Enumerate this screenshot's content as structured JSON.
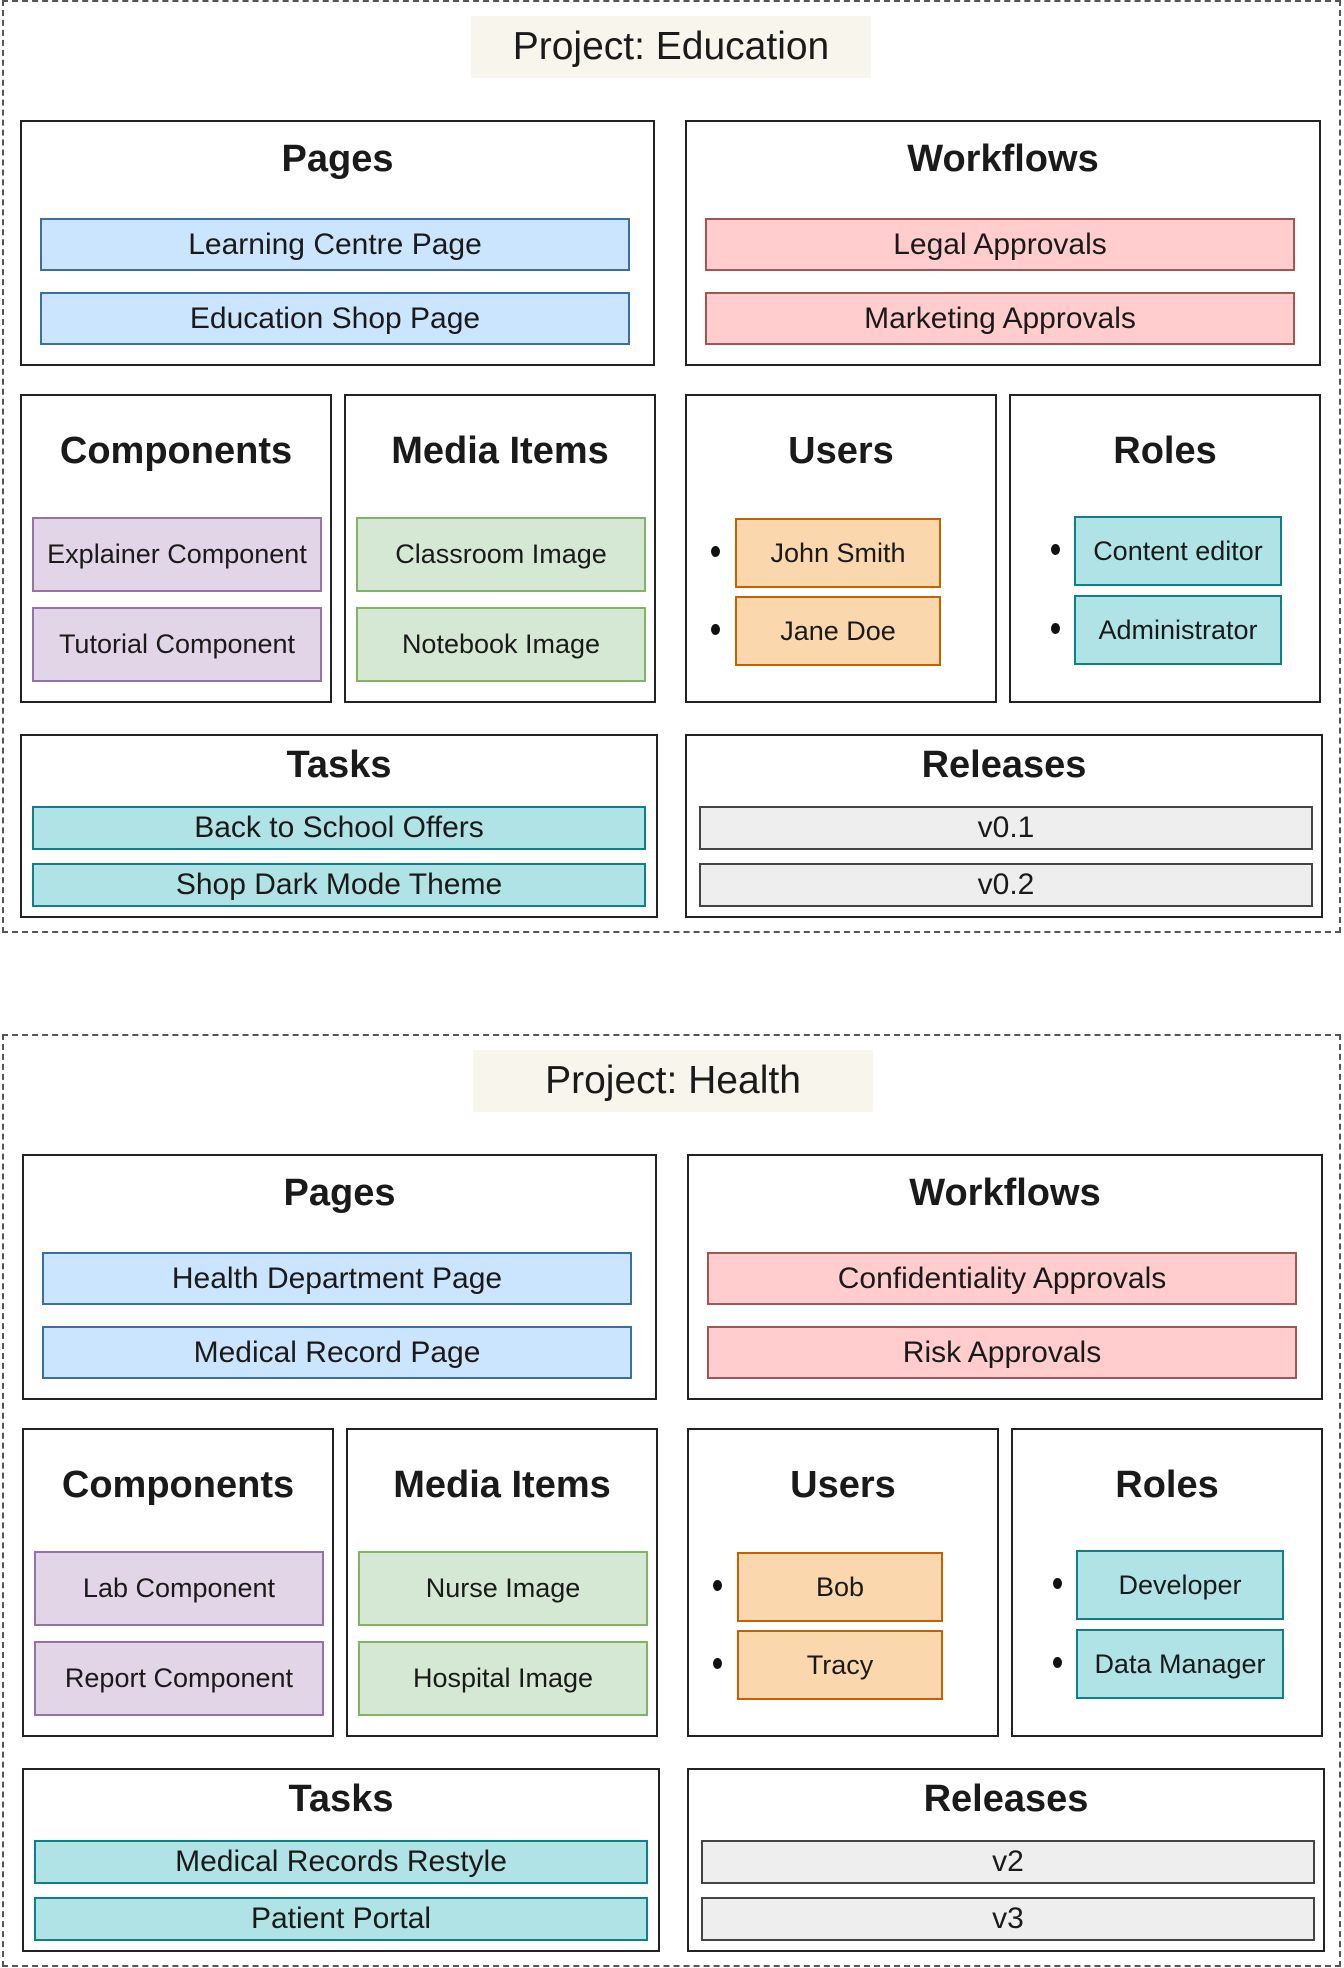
{
  "projects": [
    {
      "title": "Project: Education",
      "pages": {
        "title": "Pages",
        "items": [
          "Learning Centre Page",
          "Education Shop Page"
        ]
      },
      "workflows": {
        "title": "Workflows",
        "items": [
          "Legal Approvals",
          "Marketing Approvals"
        ]
      },
      "components": {
        "title": "Components",
        "items": [
          "Explainer Component",
          "Tutorial Component"
        ]
      },
      "media": {
        "title": "Media Items",
        "items": [
          "Classroom Image",
          "Notebook Image"
        ]
      },
      "users": {
        "title": "Users",
        "items": [
          "John Smith",
          "Jane Doe"
        ]
      },
      "roles": {
        "title": "Roles",
        "items": [
          "Content editor",
          "Administrator"
        ]
      },
      "tasks": {
        "title": "Tasks",
        "items": [
          "Back to School Offers",
          "Shop Dark Mode Theme"
        ]
      },
      "releases": {
        "title": "Releases",
        "items": [
          "v0.1",
          "v0.2"
        ]
      }
    },
    {
      "title": "Project: Health",
      "pages": {
        "title": "Pages",
        "items": [
          "Health Department Page",
          "Medical Record Page"
        ]
      },
      "workflows": {
        "title": "Workflows",
        "items": [
          "Confidentiality Approvals",
          "Risk Approvals"
        ]
      },
      "components": {
        "title": "Components",
        "items": [
          "Lab Component",
          "Report Component"
        ]
      },
      "media": {
        "title": "Media Items",
        "items": [
          "Nurse Image",
          "Hospital Image"
        ]
      },
      "users": {
        "title": "Users",
        "items": [
          "Bob",
          "Tracy"
        ]
      },
      "roles": {
        "title": "Roles",
        "items": [
          "Developer",
          "Data Manager"
        ]
      },
      "tasks": {
        "title": "Tasks",
        "items": [
          "Medical Records Restyle",
          "Patient Portal"
        ]
      },
      "releases": {
        "title": "Releases",
        "items": [
          "v2",
          "v3"
        ]
      }
    }
  ],
  "colors": {
    "page": "#cce5ff",
    "workflow": "#ffcdcd",
    "component": "#e1d5e7",
    "media": "#d5e8d4",
    "user": "#fad7ac",
    "role": "#b0e3e6",
    "task": "#b0e3e6",
    "release": "#eeeeee",
    "title_bg": "#f7f5ec"
  }
}
